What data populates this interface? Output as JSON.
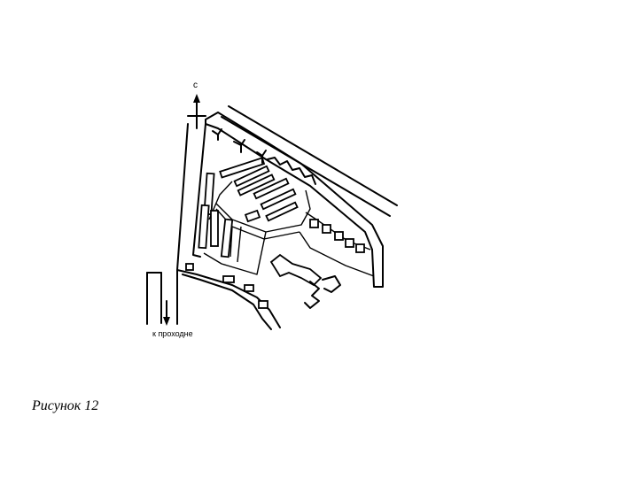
{
  "map": {
    "north_label": "с",
    "direction_label": "к проходне"
  },
  "caption": "Рисунок 12"
}
